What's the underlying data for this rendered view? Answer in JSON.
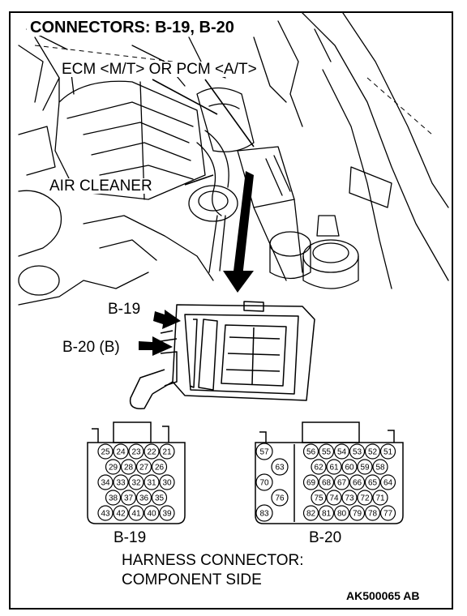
{
  "title": "CONNECTORS: B-19, B-20",
  "callouts": {
    "ecm": "ECM <M/T> OR PCM <A/T>",
    "air_cleaner": "AIR CLEANER",
    "b19": "B-19",
    "b20": "B-20 (B)"
  },
  "connectors": {
    "b19": {
      "name": "B-19",
      "rows": [
        [
          "25",
          "24",
          "23",
          "22",
          "21"
        ],
        [
          "29",
          "28",
          "27",
          "26"
        ],
        [
          "34",
          "33",
          "32",
          "31",
          "30"
        ],
        [
          "38",
          "37",
          "36",
          "35"
        ],
        [
          "43",
          "42",
          "41",
          "40",
          "39"
        ]
      ]
    },
    "b20": {
      "name": "B-20",
      "left_pins": [
        "57",
        "63",
        "70",
        "76",
        "83"
      ],
      "rows": [
        [
          "56",
          "55",
          "54",
          "53",
          "52",
          "51"
        ],
        [
          "62",
          "61",
          "60",
          "59",
          "58"
        ],
        [
          "69",
          "68",
          "67",
          "66",
          "65",
          "64"
        ],
        [
          "75",
          "74",
          "73",
          "72",
          "71"
        ],
        [
          "82",
          "81",
          "80",
          "79",
          "78",
          "77"
        ]
      ]
    }
  },
  "caption_line1": "HARNESS CONNECTOR:",
  "caption_line2": "COMPONENT SIDE",
  "figure_id": "AK500065 AB",
  "colors": {
    "ink": "#000000",
    "paper": "#ffffff"
  }
}
